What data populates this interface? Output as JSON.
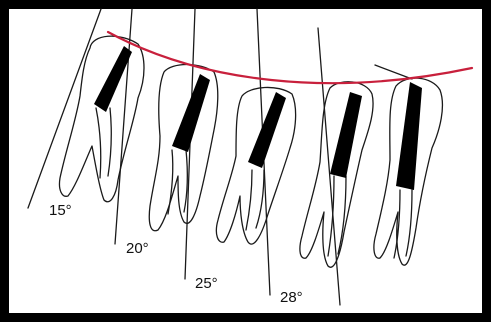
{
  "diagram": {
    "angle_labels": [
      "15°",
      "20°",
      "25°",
      "28°"
    ],
    "colors": {
      "frame": "#000000",
      "background": "#ffffff",
      "ink": "#1a1a1a",
      "occlusal_curve": "#c8203c",
      "enamel_wedge": "#000000"
    }
  }
}
